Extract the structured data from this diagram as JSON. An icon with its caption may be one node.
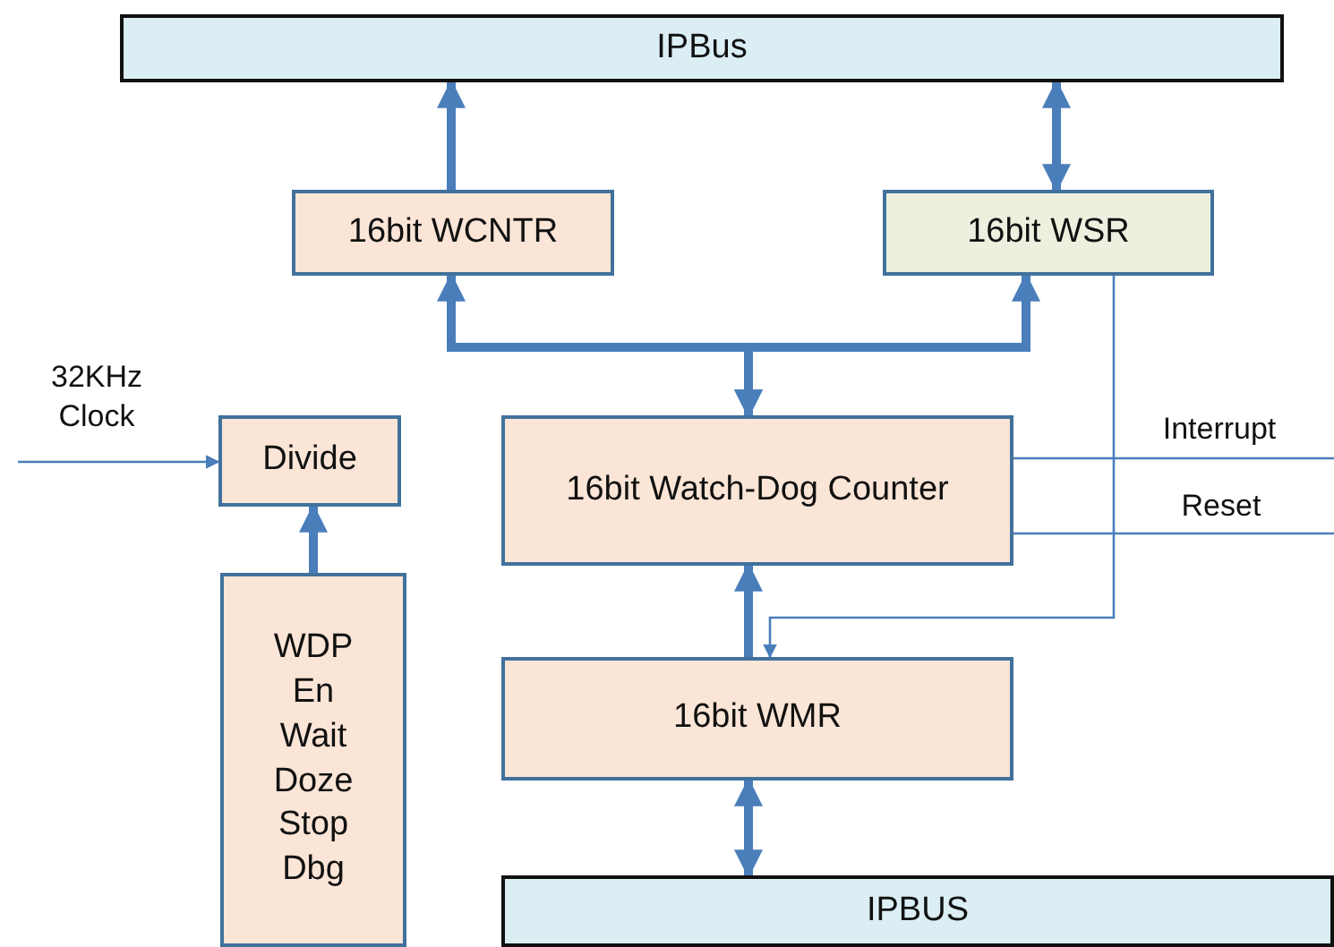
{
  "diagram": {
    "nodes": [
      {
        "text": [
          "IPBus"
        ]
      },
      {
        "text": [
          "16bit WCNTR"
        ]
      },
      {
        "text": [
          "16bit WSR"
        ]
      },
      {
        "text": [
          "Divide"
        ]
      },
      {
        "text": [
          "16bit Watch-Dog Counter"
        ]
      },
      {
        "text": [
          "WDP",
          "En",
          "Wait",
          "Doze",
          "Stop",
          "Dbg"
        ]
      },
      {
        "text": [
          "16bit WMR"
        ]
      },
      {
        "text": [
          "IPBUS"
        ]
      }
    ],
    "edges": [
      {
        "from": 1,
        "to": 0,
        "arrow": "to"
      },
      {
        "from": 2,
        "to": 0,
        "arrow": "both"
      },
      {
        "from": 4,
        "to": 1,
        "arrow": "both"
      },
      {
        "from": 4,
        "to": 2,
        "arrow": "both"
      },
      {
        "from": null,
        "to": 3,
        "arrow": "to",
        "label": "32KHz Clock"
      },
      {
        "from": 5,
        "to": 3,
        "arrow": "to"
      },
      {
        "from": 6,
        "to": 4,
        "arrow": "to"
      },
      {
        "from": 6,
        "to": 7,
        "arrow": "both"
      },
      {
        "from": 4,
        "to": null,
        "arrow": "none",
        "label": "Interrupt"
      },
      {
        "from": 4,
        "to": null,
        "arrow": "none",
        "label": "Reset"
      },
      {
        "from": 2,
        "to": 6,
        "arrow": "to"
      }
    ]
  }
}
